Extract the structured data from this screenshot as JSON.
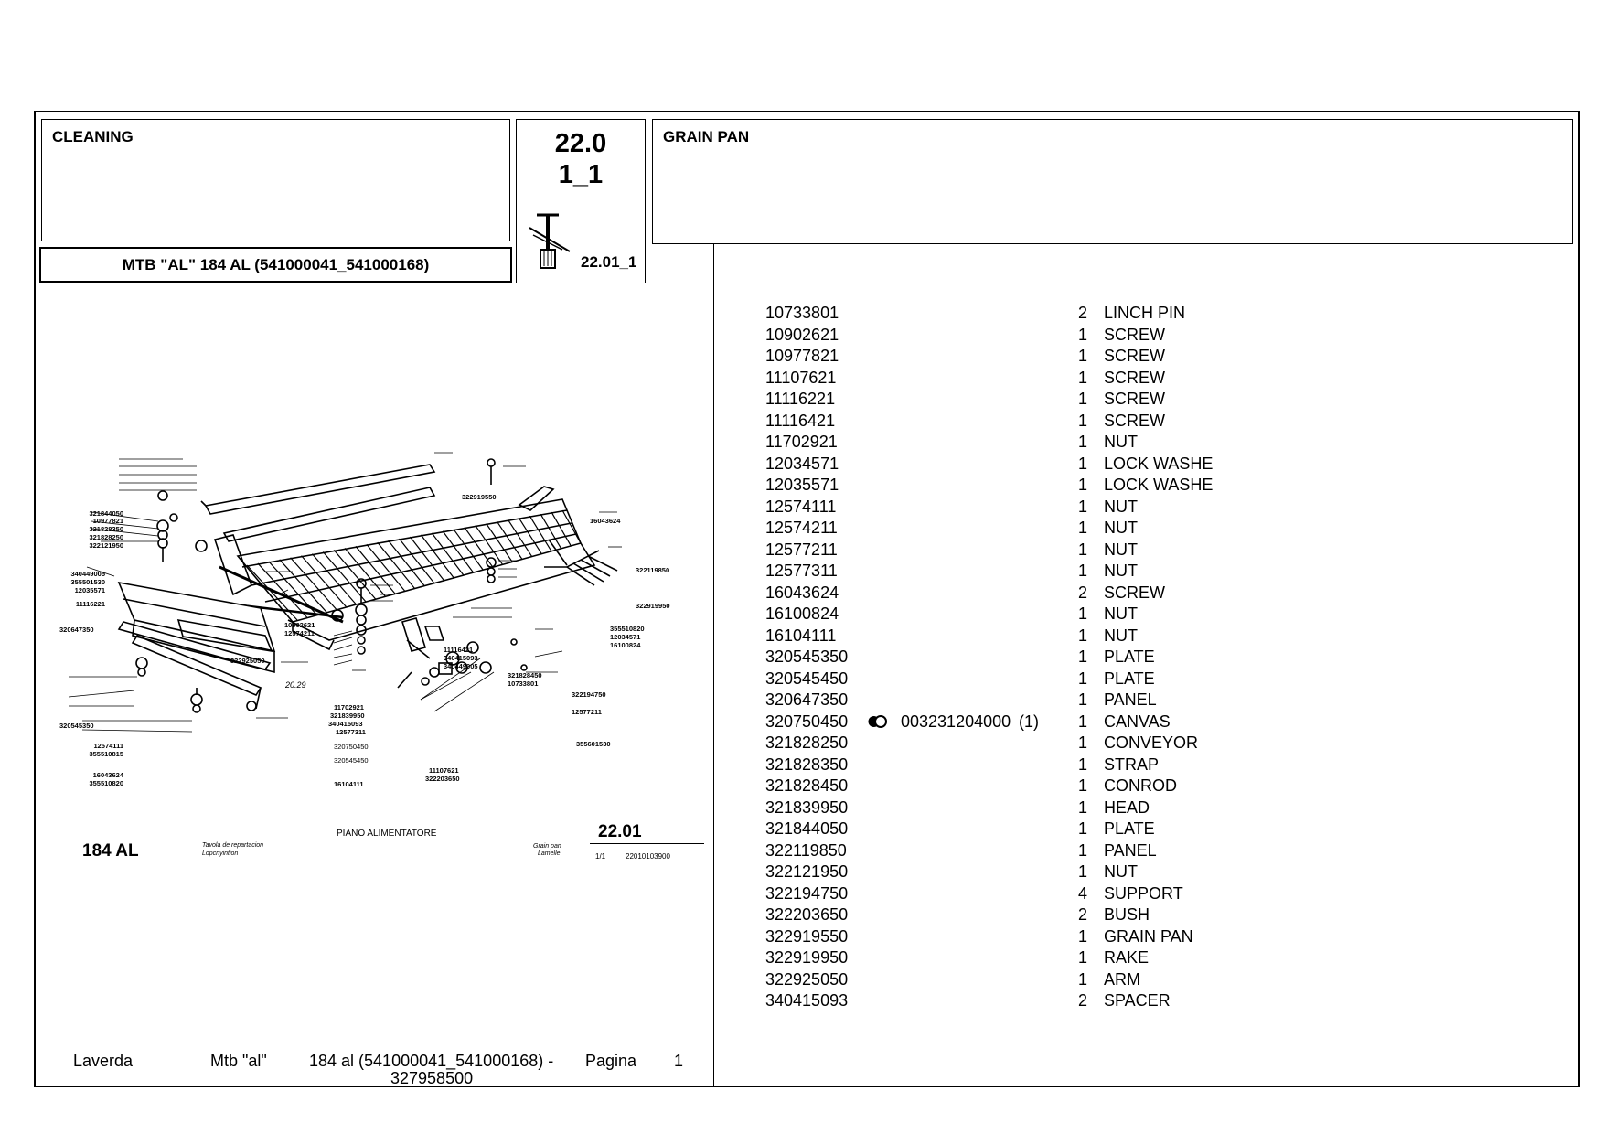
{
  "header": {
    "section": "CLEANING",
    "group_number": "22.0",
    "group_sub": "1_1",
    "group_code": "22.01_1",
    "model": "MTB \"AL\" 184 AL (541000041_541000168)",
    "title": "GRAIN PAN"
  },
  "drawing": {
    "model_label": "184 AL",
    "caption": "PIANO ALIMENTATORE",
    "table_number": "22.01",
    "tavola_line1": "Tavola de repartacion",
    "tavola_line2": "Lopcnyintion",
    "grain_pan_1": "Grain pan",
    "grain_pan_2": "Lamelle",
    "sheet": "1/1",
    "doc_code": "22010103900",
    "dim_1": "20.29",
    "callouts": {
      "c321844050": "321844050",
      "c10977821": "10977821",
      "c321828350": "321828350",
      "c321828250": "321828250",
      "c322121950": "322121950",
      "c340449005a": "340449005",
      "c355501530": "355501530",
      "c12035571": "12035571",
      "c11116221": "11116221",
      "c320647350": "320647350",
      "c322919550": "322919550",
      "c16043624a": "16043624",
      "c322119850": "322119850",
      "c322919950": "322919950",
      "c355510820a": "355510820",
      "c12034571": "12034571",
      "c16100824": "16100824",
      "c10902621": "10902621",
      "c12574211": "12574211",
      "c322925050": "322925050",
      "c11116421": "11116421",
      "c340415093a": "340415093",
      "c340449005b": "340449005",
      "c321828450": "321828450",
      "c10733801": "10733801",
      "c322194750": "322194750",
      "c12577211": "12577211",
      "c11702921": "11702921",
      "c321839950": "321839950",
      "c340415093b": "340415093",
      "c12577311": "12577311",
      "c320750450": "320750450",
      "c320545450": "320545450",
      "c320545350": "320545350",
      "c12574111": "12574111",
      "c355510815": "355510815",
      "c16043624b": "16043624",
      "c355510820b": "355510820",
      "c11107621": "11107621",
      "c322203650": "322203650",
      "c16104111": "16104111",
      "c355601530": "355601530"
    }
  },
  "parts": [
    {
      "number": "10733801",
      "qty": "2",
      "desc": "LINCH PIN"
    },
    {
      "number": "10902621",
      "qty": "1",
      "desc": "SCREW"
    },
    {
      "number": "10977821",
      "qty": "1",
      "desc": "SCREW"
    },
    {
      "number": "11107621",
      "qty": "1",
      "desc": "SCREW"
    },
    {
      "number": "11116221",
      "qty": "1",
      "desc": "SCREW"
    },
    {
      "number": "11116421",
      "qty": "1",
      "desc": "SCREW"
    },
    {
      "number": "11702921",
      "qty": "1",
      "desc": "NUT"
    },
    {
      "number": "12034571",
      "qty": "1",
      "desc": "LOCK WASHE"
    },
    {
      "number": "12035571",
      "qty": "1",
      "desc": "LOCK WASHE"
    },
    {
      "number": "12574111",
      "qty": "1",
      "desc": "NUT"
    },
    {
      "number": "12574211",
      "qty": "1",
      "desc": "NUT"
    },
    {
      "number": "12577211",
      "qty": "1",
      "desc": "NUT"
    },
    {
      "number": "12577311",
      "qty": "1",
      "desc": "NUT"
    },
    {
      "number": "16043624",
      "qty": "2",
      "desc": "SCREW"
    },
    {
      "number": "16100824",
      "qty": "1",
      "desc": "NUT"
    },
    {
      "number": "16104111",
      "qty": "1",
      "desc": "NUT"
    },
    {
      "number": "320545350",
      "qty": "1",
      "desc": "PLATE"
    },
    {
      "number": "320545450",
      "qty": "1",
      "desc": "PLATE"
    },
    {
      "number": "320647350",
      "qty": "1",
      "desc": "PANEL"
    },
    {
      "number": "320750450",
      "qty": "1",
      "desc": "CANVAS",
      "replacement": "003231204000",
      "replacement_note": "(1)"
    },
    {
      "number": "321828250",
      "qty": "1",
      "desc": "CONVEYOR"
    },
    {
      "number": "321828350",
      "qty": "1",
      "desc": "STRAP"
    },
    {
      "number": "321828450",
      "qty": "1",
      "desc": "CONROD"
    },
    {
      "number": "321839950",
      "qty": "1",
      "desc": "HEAD"
    },
    {
      "number": "321844050",
      "qty": "1",
      "desc": "PLATE"
    },
    {
      "number": "322119850",
      "qty": "1",
      "desc": "PANEL"
    },
    {
      "number": "322121950",
      "qty": "1",
      "desc": "NUT"
    },
    {
      "number": "322194750",
      "qty": "4",
      "desc": "SUPPORT"
    },
    {
      "number": "322203650",
      "qty": "2",
      "desc": "BUSH"
    },
    {
      "number": "322919550",
      "qty": "1",
      "desc": "GRAIN PAN"
    },
    {
      "number": "322919950",
      "qty": "1",
      "desc": "RAKE"
    },
    {
      "number": "322925050",
      "qty": "1",
      "desc": "ARM"
    },
    {
      "number": "340415093",
      "qty": "2",
      "desc": "SPACER"
    }
  ],
  "footer": {
    "brand": "Laverda",
    "model": "Mtb \"al\"",
    "variant_line1": "184 al (541000041_541000168)  -",
    "variant_line2": "327958500",
    "page_label": "Pagina",
    "page_number": "1"
  }
}
